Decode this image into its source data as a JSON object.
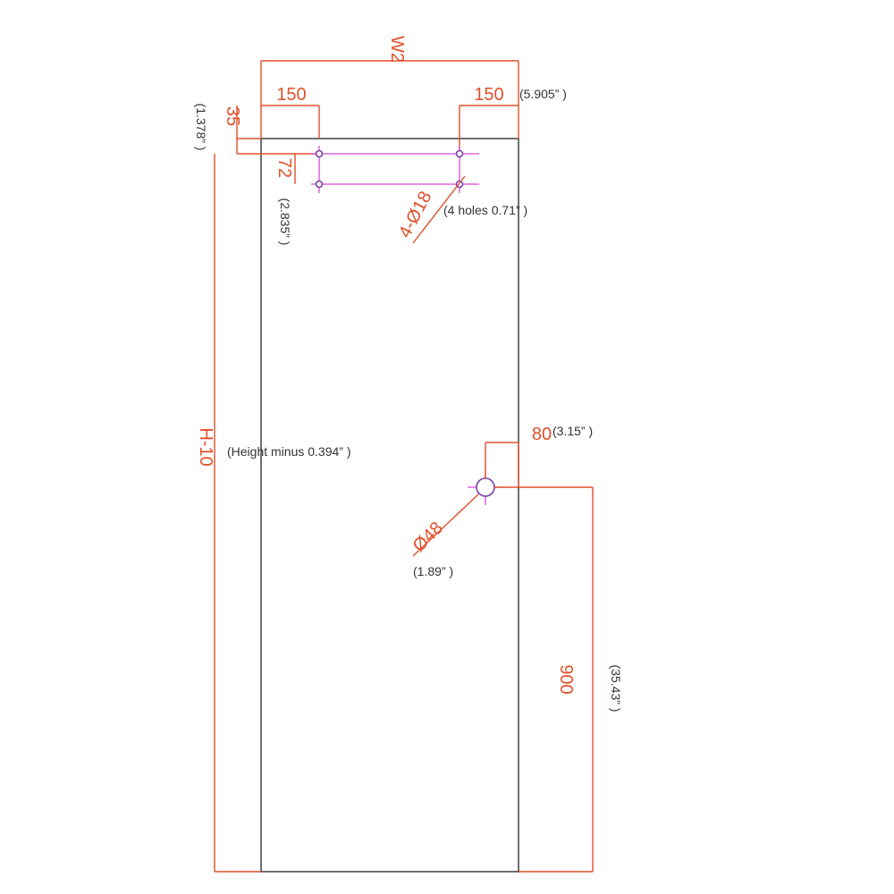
{
  "colors": {
    "dimension": "#e0502a",
    "panel": "#333333",
    "guide": "#d94ad9",
    "hole": "#7a3fa0"
  },
  "dimensions": {
    "width": "W2",
    "left_offset": "150",
    "right_offset": "150",
    "right_offset_inch": "(5.905” )",
    "top_offset": "35",
    "top_offset_inch": "(1.378” )",
    "hole_spacing": "72",
    "hole_spacing_inch": "(2.835” )",
    "holes": "4-Ø18",
    "holes_inch": "(4 holes 0.71” )",
    "height": "H-10",
    "height_inch": "(Height minus 0.394” )",
    "handle_offset": "80",
    "handle_offset_inch": "(3.15” )",
    "handle_hole": "Ø48",
    "handle_hole_inch": "(1.89” )",
    "handle_height": "900",
    "handle_height_inch": "(35.43” )"
  }
}
